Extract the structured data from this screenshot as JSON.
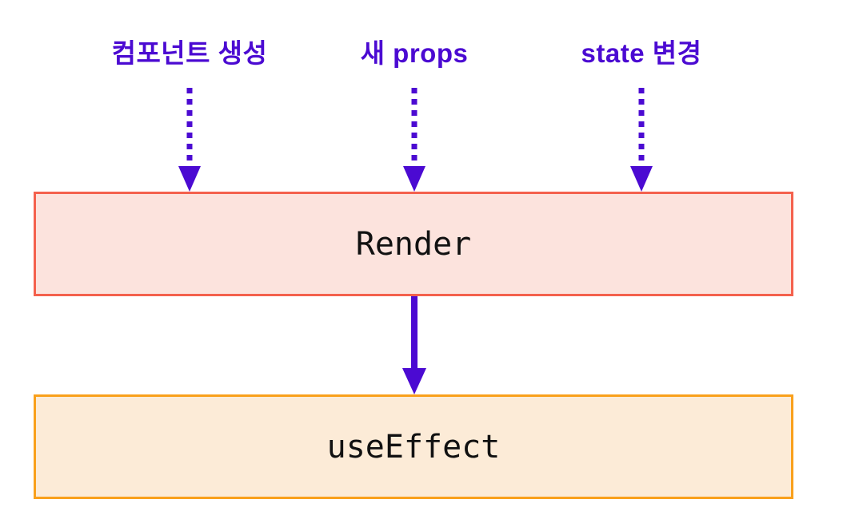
{
  "colors": {
    "arrow-purple": "#4B0AD2",
    "render-border": "#F4614D",
    "render-fill": "#FCE3DD",
    "effect-border": "#F9A01B",
    "effect-fill": "#FCEBD7",
    "box-text": "#111111",
    "background": "#FFFFFF"
  },
  "diagram": {
    "triggers": [
      {
        "label": "컴포넌트 생성"
      },
      {
        "label": "새 props"
      },
      {
        "label": "state 변경"
      }
    ],
    "render_box": {
      "label": "Render"
    },
    "effect_box": {
      "label": "useEffect"
    }
  }
}
